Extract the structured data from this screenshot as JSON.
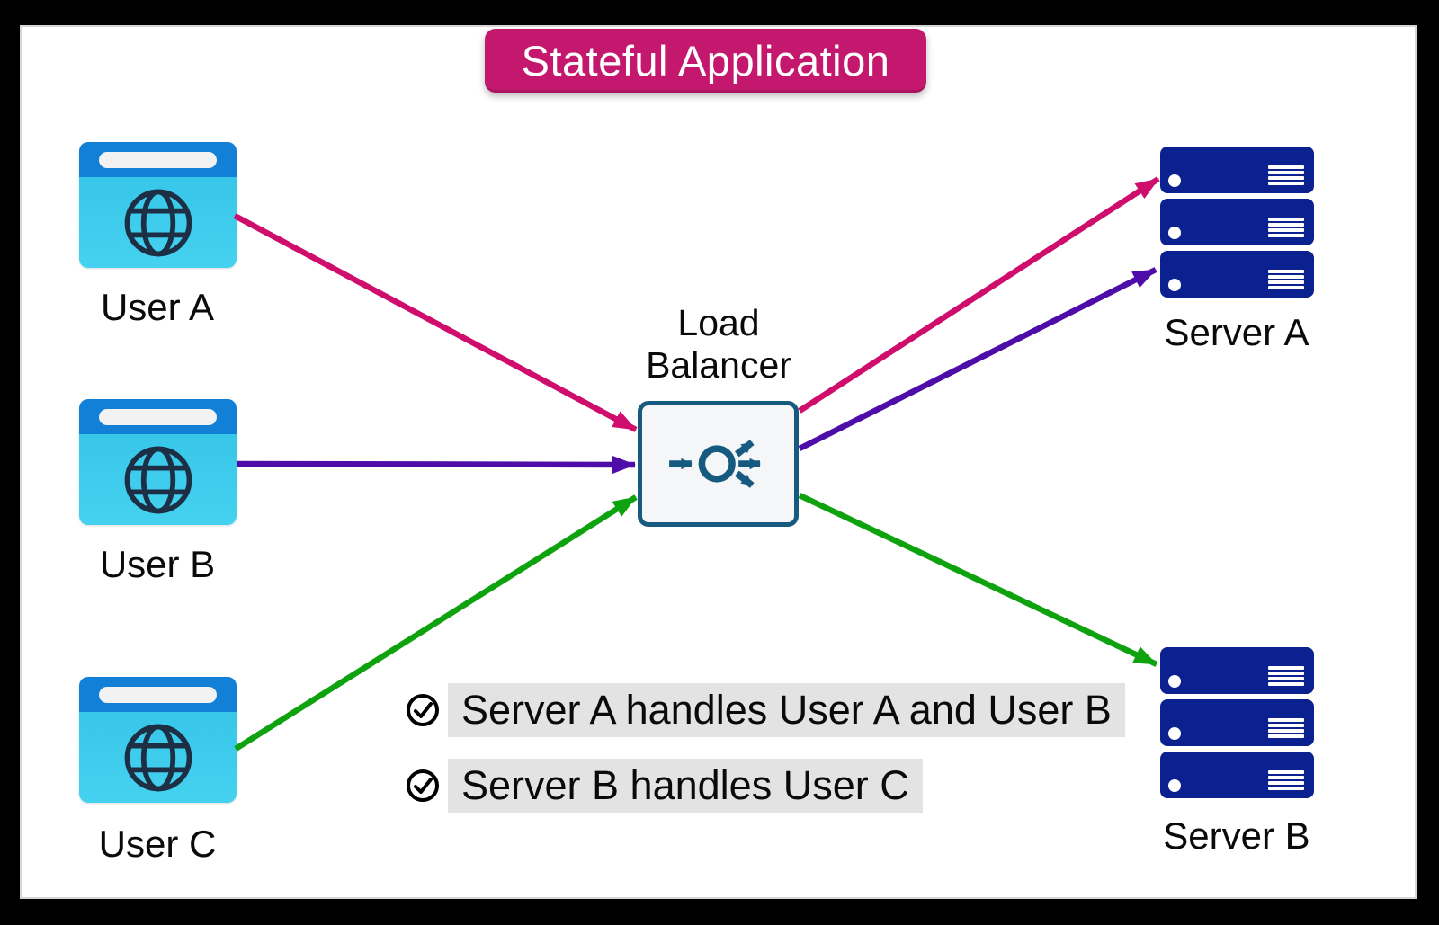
{
  "title": "Stateful Application",
  "users": [
    {
      "label": "User A"
    },
    {
      "label": "User B"
    },
    {
      "label": "User C"
    }
  ],
  "load_balancer": {
    "label": "Load\nBalancer"
  },
  "servers": [
    {
      "label": "Server A",
      "units": 3
    },
    {
      "label": "Server B",
      "units": 3
    }
  ],
  "notes": [
    {
      "text": "Server A handles User A and User B"
    },
    {
      "text": "Server B handles User C"
    }
  ],
  "connections": [
    {
      "from": "User A",
      "to": "Load Balancer",
      "color": "#CE0D6C"
    },
    {
      "from": "User B",
      "to": "Load Balancer",
      "color": "#4E0CA9"
    },
    {
      "from": "User C",
      "to": "Load Balancer",
      "color": "#0EA30E"
    },
    {
      "from": "Load Balancer",
      "to": "Server A",
      "color": "#CE0D6C"
    },
    {
      "from": "Load Balancer",
      "to": "Server A",
      "color": "#4E0CA9"
    },
    {
      "from": "Load Balancer",
      "to": "Server B",
      "color": "#0EA30E"
    }
  ],
  "colors": {
    "frame": "#000000",
    "background": "#ffffff",
    "banner": "#C3186D",
    "banner_text": "#ffffff",
    "arrow_pink": "#CE0D6C",
    "arrow_purple": "#4E0CA9",
    "arrow_green": "#0EA30E",
    "server_navy": "#0B2190",
    "browser_bar_blue": "#1180D6",
    "browser_body_cyan": "#3CC9EB",
    "globe_dark": "#1C2F44",
    "lb_teal": "#175A80",
    "lb_fill": "#F5F6F7",
    "note_highlight": "#E3E3E3",
    "text": "#000000"
  }
}
